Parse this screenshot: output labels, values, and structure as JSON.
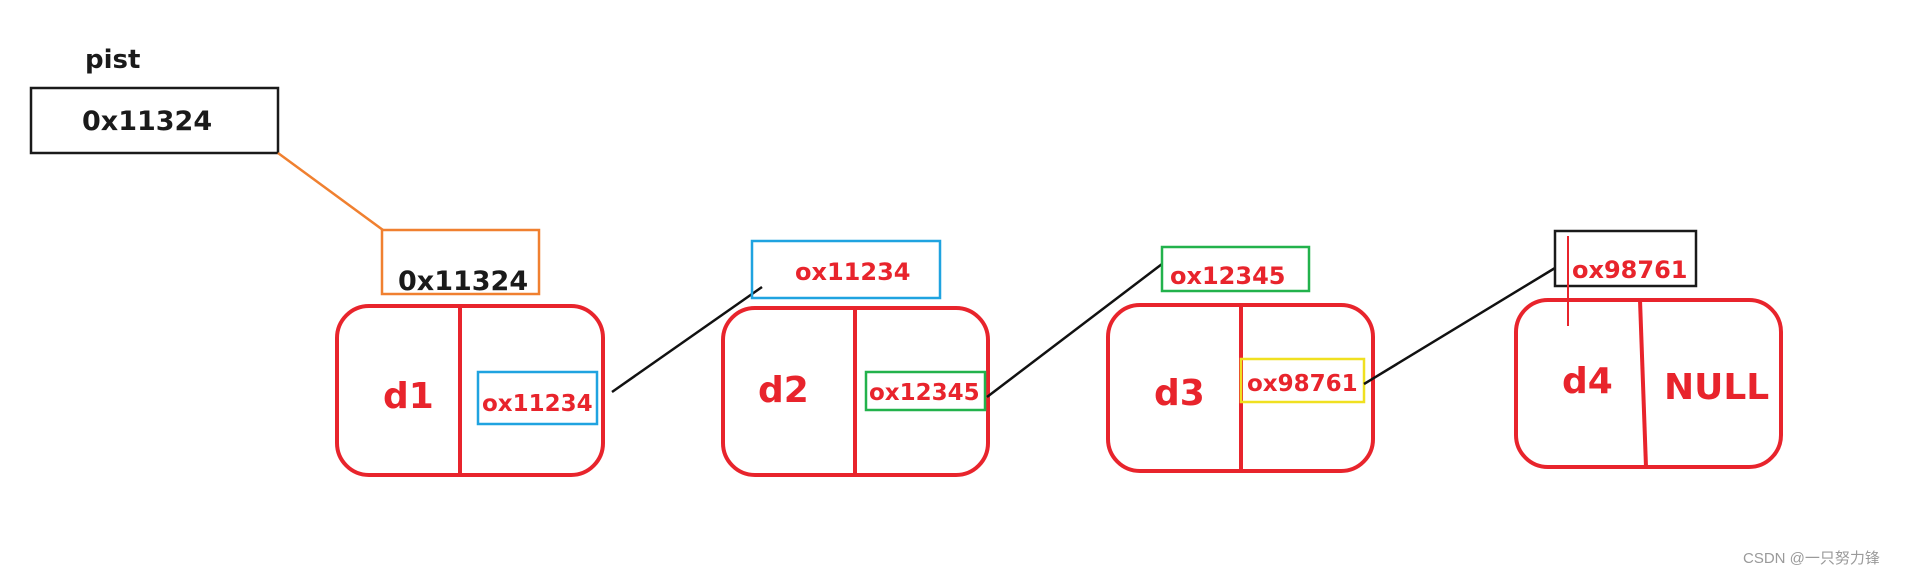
{
  "pointer": {
    "label": "pist",
    "value": "0x11324"
  },
  "head_address": "0x11324",
  "nodes": [
    {
      "data": "d1",
      "next": "ox11234",
      "address": "0x11324"
    },
    {
      "data": "d2",
      "next": "ox12345",
      "address": "ox11234"
    },
    {
      "data": "d3",
      "next": "ox98761",
      "address": "ox12345"
    },
    {
      "data": "d4",
      "next": "NULL",
      "address": "ox98761"
    }
  ],
  "colors": {
    "node_border": "#e8242c",
    "node_text": "#e8242c",
    "pointer_border": "#1a1a1a",
    "addr_d1": "#f08030",
    "addr_d2": "#1fa3e0",
    "addr_d3": "#22b24c",
    "addr_d4": "#1a1a1a",
    "next_d3_box": "#f0e020",
    "link_line": "#111111"
  },
  "watermark": "CSDN @一只努力锋"
}
